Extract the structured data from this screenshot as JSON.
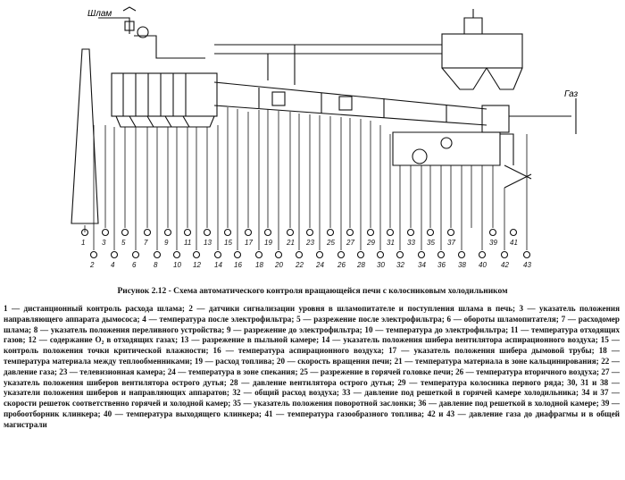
{
  "diagram": {
    "label_slurry": "Шлам",
    "label_gas": "Газ",
    "top_numbers": [
      "1",
      "3",
      "5",
      "7",
      "9",
      "11",
      "13",
      "15",
      "17",
      "19",
      "21",
      "23",
      "25",
      "27",
      "29",
      "31",
      "33",
      "35",
      "37",
      "39",
      "41"
    ],
    "bottom_numbers": [
      "2",
      "4",
      "6",
      "8",
      "10",
      "12",
      "14",
      "16",
      "18",
      "20",
      "22",
      "24",
      "26",
      "28",
      "30",
      "32",
      "34",
      "36",
      "38",
      "40",
      "42",
      "43"
    ]
  },
  "caption": "Рисунок 2.12 - Схема автоматического контроля вращающейся печи с колосниковым холодильником",
  "legend": "1 — дистанционный контроль расхода шлама; 2 — датчики сигнализации уровня в шламопитателе и поступления шлама в печь; 3 — указатель положения направляющего аппарата дымососа; 4 — температура после электрофильтра; 5 — разрежение после электрофильтра; 6 — обороты шламопитателя; 7 — расходомер шлама; 8 — указатель положения переливного устройства; 9 — разрежение до электрофильтра; 10 — температура до электрофильтра; 11 — температура отходящих газов; 12 — содержание O₂ в отходящих газах; 13 — разрежение в пыльной камере; 14 — указатель положения шибера вентилятора аспирационного воздуха; 15 — контроль положения точки критической влажности; 16 — температура аспирационного воздуха; 17 — указатель положения шибера дымовой трубы; 18 — температура материала между теплообменниками; 19 — расход топлива; 20 — скорость вращения печи; 21 — температура материала в зоне кальцинирования; 22 — давление газа; 23 — телевизионная камера; 24 — температура в зоне спекания; 25 — разрежение в горячей головке печи; 26 — температура вторичного воздуха; 27 — указатель положения шиберов вентилятора острого дутья; 28 — давление вентилятора острого дутья; 29 — температура колосника первого ряда; 30, 31 и 38 — указатели положения шиберов и направляющих аппаратов; 32 — общий расход воздуха; 33 — давление под решеткой в горячей камере холодильника; 34 и 37 — скорости решеток соответственно горячей и холодной камер; 35 — указатель положения поворотной заслонки; 36 — давление под решеткой в холодной камере; 39 — пробоотборник клинкера; 40 — температура выходящего клинкера; 41 — температура газообразного топлива; 42 и 43 — давление газа до диафрагмы и в общей магистрали"
}
